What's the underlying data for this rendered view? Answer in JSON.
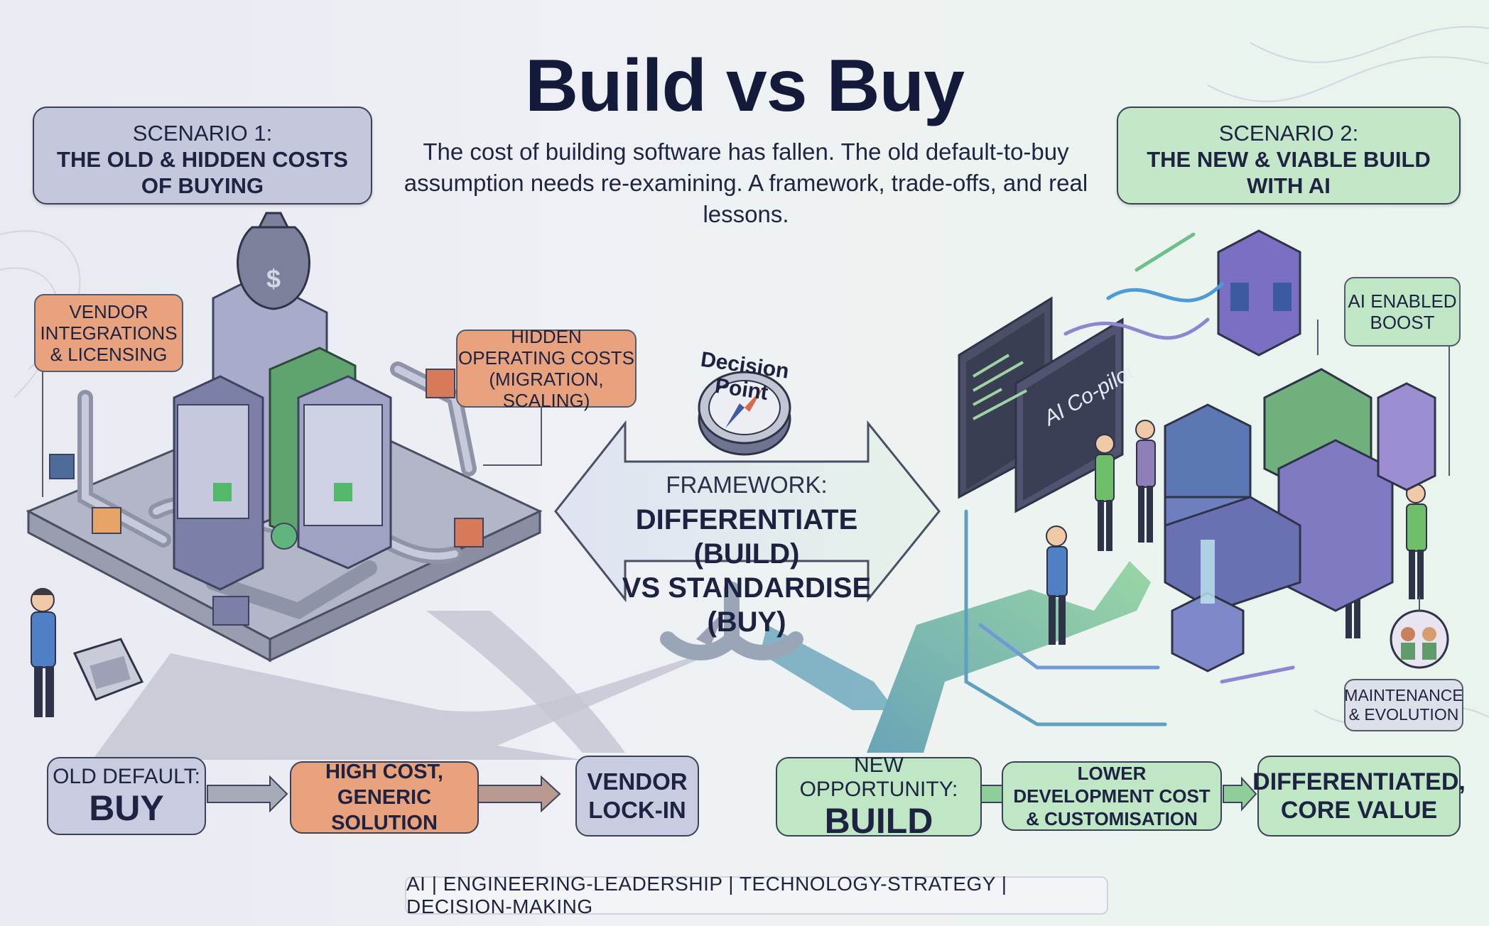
{
  "title": "Build vs Buy",
  "subtitle": "The cost of building software has fallen. The old default-to-buy assumption needs re-examining. A framework, trade-offs, and real lessons.",
  "scenario1": {
    "label": "SCENARIO 1:",
    "heading": "THE OLD & HIDDEN COSTS OF BUYING"
  },
  "scenario2": {
    "label": "SCENARIO 2:",
    "heading": "THE NEW & VIABLE BUILD WITH AI"
  },
  "callouts": {
    "vendor_integrations": "VENDOR INTEGRATIONS & LICENSING",
    "hidden_operating": "HIDDEN OPERATING COSTS (MIGRATION, SCALING)",
    "ai_boost": "AI ENABLED BOOST",
    "maintenance": "MAINTENANCE & EVOLUTION"
  },
  "decision_point": "Decision Point",
  "ai_copilot": "AI Co-pilot",
  "framework": {
    "label": "FRAMEWORK:",
    "line1": "DIFFERENTIATE (BUILD)",
    "line2": "VS STANDARDISE (BUY)"
  },
  "left_flow": {
    "old_default_label": "OLD DEFAULT:",
    "old_default_value": "BUY",
    "high_cost": "HIGH COST, GENERIC SOLUTION",
    "vendor_lockin": "VENDOR LOCK-IN"
  },
  "right_flow": {
    "new_opportunity_label": "NEW OPPORTUNITY:",
    "new_opportunity_value": "BUILD",
    "lower_cost": "LOWER DEVELOPMENT COST & CUSTOMISATION",
    "differentiated": "DIFFERENTIATED, CORE VALUE"
  },
  "tags": "AI | ENGINEERING-LEADERSHIP | TECHNOLOGY-STRATEGY | DECISION-MAKING",
  "colors": {
    "orange": "#e9a27e",
    "green": "#bfe7c5",
    "lavender": "#c5c7dc",
    "navy": "#141a3a"
  }
}
